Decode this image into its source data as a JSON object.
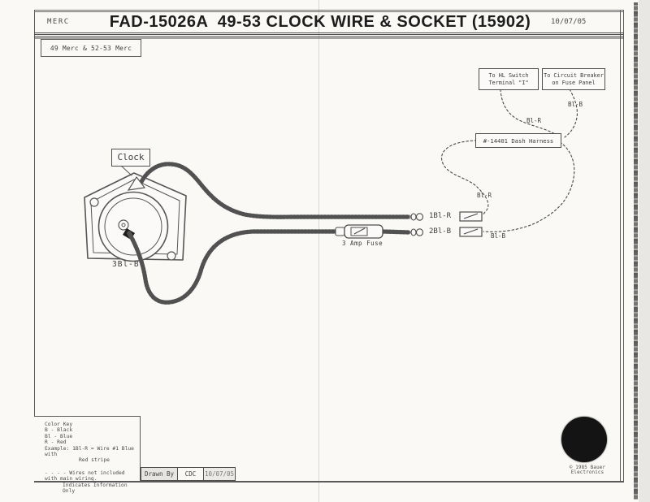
{
  "page": {
    "header": {
      "brand": "MERC",
      "title": "FAD-15026A  49-53 CLOCK WIRE & SOCKET (15902)",
      "date": "10/07/05"
    },
    "model_note": "49 Merc & 52-53 Merc"
  },
  "diagram": {
    "clock_label": "Clock",
    "socket_wire_label": "3Bl-B",
    "hl_switch_box": {
      "line1": "To HL Switch",
      "line2": "Terminal \"I\""
    },
    "circuit_breaker_box": {
      "line1": "To Circuit Breaker",
      "line2": "on Fuse Panel"
    },
    "dash_harness_box": "#-14401 Dash Harness",
    "fuse_label": "3 Amp Fuse",
    "wire1_label": "1Bl-R",
    "wire2_label": "2Bl-B",
    "bl_r_mid": "Bl-R",
    "bl_b_mid": "Bl-B",
    "bl_r_top": "Bl-R",
    "bl_b_top": "Bl-B"
  },
  "color_key": {
    "title": "Color Key",
    "entries": [
      "B - Black",
      "Bl - Blue",
      "R - Red"
    ],
    "example_line1": "Example: 1Bl-R = Wire #1 Blue with",
    "example_line2": "Red stripe",
    "note_prefix": "- - - -",
    "note_line1": "Wires not included with main wiring.",
    "note_line2": "Indicates Information Only"
  },
  "footer": {
    "drawn_by_label": "Drawn By",
    "drawn_by_value": "CDC",
    "drawn_date": "10/07/05",
    "copyright": "© 1985 Bauer Electronics"
  }
}
